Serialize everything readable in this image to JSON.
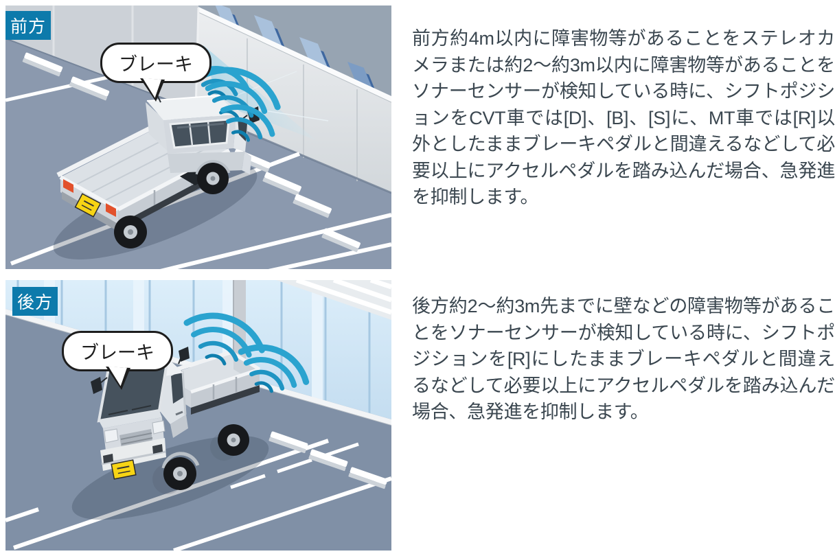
{
  "panels": [
    {
      "id": "front",
      "badge": "前方",
      "bubble": "ブレーキ",
      "description": "前方約4m以内に障害物等があることをステレオカメラまたは約2〜約3m以内に障害物等があることをソナーセンサーが検知している時に、シフトポジションをCVT車では[D]、[B]、[S]に、MT車では[R]以外としたままブレーキペダルと間違えるなどして必要以上にアクセルペダルを踏み込んだ場合、急発進を抑制します。"
    },
    {
      "id": "rear",
      "badge": "後方",
      "bubble": "ブレーキ",
      "description": "後方約2〜約3m先までに壁などの障害物等があることをソナーセンサーが検知している時に、シフトポジションを[R]にしたままブレーキペダルと間違えるなどして必要以上にアクセルペダルを踏み込んだ場合、急発進を抑制します。"
    }
  ],
  "colors": {
    "badge_bg": "#0d7aab",
    "badge_text": "#ffffff",
    "sonar_wave": "#1f95c3",
    "camera_beam": "#8fd0e8",
    "body_text": "#3b4750",
    "floor_front": "#8b99ae",
    "floor_rear": "#8090a6",
    "wall_gray": "#dfe3e6",
    "glass_blue": "#cfe4f4",
    "pattern_blue_light": "#a9c1dc",
    "pattern_blue_dark": "#3f68a0",
    "truck_silver": "#dce1e6",
    "license_plate_yellow": "#f7d414",
    "parking_line_white": "#ffffff"
  }
}
